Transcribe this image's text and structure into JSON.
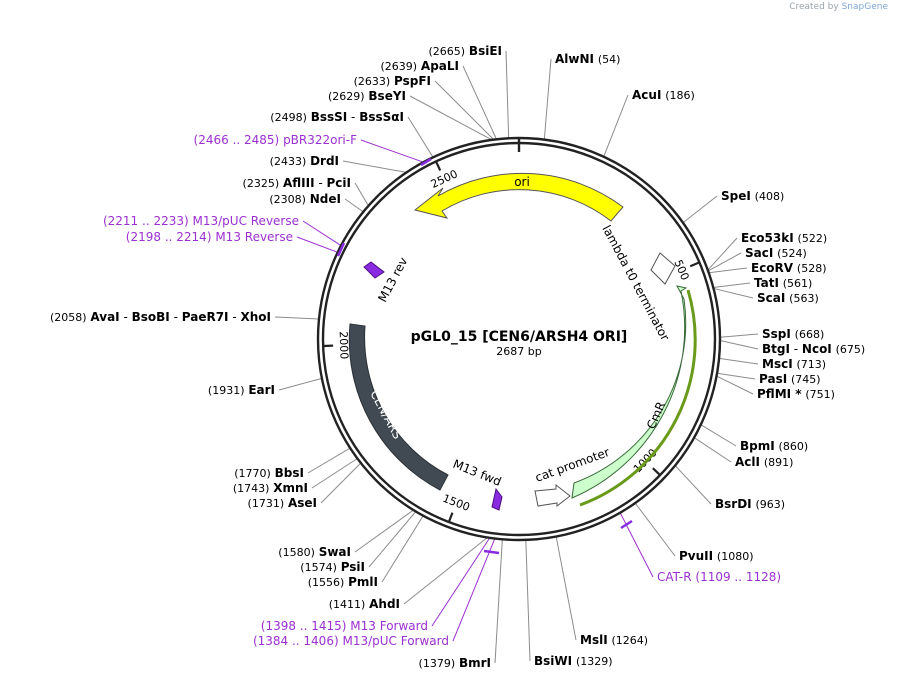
{
  "credit": {
    "prefix": "Created by",
    "brand": "SnapGene"
  },
  "plasmid": {
    "name": "pGL0_15 [CEN6/ARSH4 ORI]",
    "length_label": "2687 bp",
    "length": 2687
  },
  "ticks": [
    "500",
    "1000",
    "1500",
    "2000",
    "2500"
  ],
  "features": [
    {
      "label": "ori",
      "color": "#ffff00"
    },
    {
      "label": "CmR",
      "color": "#ccffcc"
    },
    {
      "label": "CEN/ARS",
      "color": "#414a52"
    },
    {
      "label": "lambda t0 terminator",
      "color": "#ffffff"
    },
    {
      "label": "cat promoter",
      "color": "#ffffff"
    },
    {
      "label": "M13 rev",
      "color": "#8a2be2"
    },
    {
      "label": "M13 fwd",
      "color": "#8a2be2"
    }
  ],
  "enzymes": [
    {
      "name": "BsiEI",
      "pos": "(2665)"
    },
    {
      "name": "ApaLI",
      "pos": "(2639)"
    },
    {
      "name": "PspFI",
      "pos": "(2633)"
    },
    {
      "name": "BseYI",
      "pos": "(2629)"
    },
    {
      "name": "BssSI",
      "pos": "(2498)"
    },
    {
      "name": "BssSαI",
      "pos": ""
    },
    {
      "name": "DrdI",
      "pos": "(2433)"
    },
    {
      "name": "AflIII",
      "pos": "(2325)"
    },
    {
      "name": "PciI",
      "pos": ""
    },
    {
      "name": "NdeI",
      "pos": "(2308)"
    },
    {
      "name": "AvaI",
      "pos": "(2058)"
    },
    {
      "name": "BsoBI",
      "pos": ""
    },
    {
      "name": "PaeR7I",
      "pos": ""
    },
    {
      "name": "XhoI",
      "pos": ""
    },
    {
      "name": "EarI",
      "pos": "(1931)"
    },
    {
      "name": "BbsI",
      "pos": "(1770)"
    },
    {
      "name": "XmnI",
      "pos": "(1743)"
    },
    {
      "name": "AseI",
      "pos": "(1731)"
    },
    {
      "name": "SwaI",
      "pos": "(1580)"
    },
    {
      "name": "PsiI",
      "pos": "(1574)"
    },
    {
      "name": "PmlI",
      "pos": "(1556)"
    },
    {
      "name": "AhdI",
      "pos": "(1411)"
    },
    {
      "name": "BmrI",
      "pos": "(1379)"
    },
    {
      "name": "BsiWI",
      "pos": "(1329)"
    },
    {
      "name": "MslI",
      "pos": "(1264)"
    },
    {
      "name": "AlwNI",
      "pos": "(54)"
    },
    {
      "name": "AcuI",
      "pos": "(186)"
    },
    {
      "name": "SpeI",
      "pos": "(408)"
    },
    {
      "name": "Eco53kI",
      "pos": "(522)"
    },
    {
      "name": "SacI",
      "pos": "(524)"
    },
    {
      "name": "EcoRV",
      "pos": "(528)"
    },
    {
      "name": "TatI",
      "pos": "(561)"
    },
    {
      "name": "ScaI",
      "pos": "(563)"
    },
    {
      "name": "SspI",
      "pos": "(668)"
    },
    {
      "name": "BtgI",
      "pos": ""
    },
    {
      "name": "NcoI",
      "pos": "(675)"
    },
    {
      "name": "MscI",
      "pos": "(713)"
    },
    {
      "name": "PasI",
      "pos": "(745)"
    },
    {
      "name": "PflMI *",
      "pos": "(751)"
    },
    {
      "name": "BpmI",
      "pos": "(860)"
    },
    {
      "name": "AclI",
      "pos": "(891)"
    },
    {
      "name": "BsrDI",
      "pos": "(963)"
    },
    {
      "name": "PvuII",
      "pos": "(1080)"
    }
  ],
  "primers": [
    {
      "name": "pBR322ori-F",
      "range": "(2466 .. 2485)"
    },
    {
      "name": "M13/pUC Reverse",
      "range": "(2211 .. 2233)"
    },
    {
      "name": "M13 Reverse",
      "range": "(2198 .. 2214)"
    },
    {
      "name": "CAT-R",
      "range": "(1109 .. 1128)"
    },
    {
      "name": "M13 Forward",
      "range": "(1398 .. 1415)"
    },
    {
      "name": "M13/pUC Forward",
      "range": "(1384 .. 1406)"
    }
  ],
  "colors": {
    "enzyme_text": "#000000",
    "primer_text": "#9b30d0",
    "leader": "#8c8c8c",
    "backbone": "#222222"
  }
}
